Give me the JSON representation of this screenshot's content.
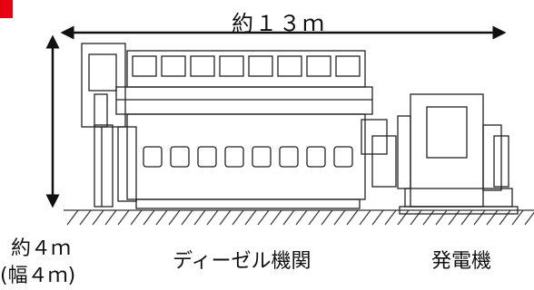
{
  "labels": {
    "length": "約１３ｍ",
    "height": "約４ｍ",
    "width": "(幅４ｍ)",
    "engine": "ディーゼル機関",
    "generator": "発電機"
  },
  "colors": {
    "line": "#1a1a1a",
    "accent": "#e60012"
  }
}
